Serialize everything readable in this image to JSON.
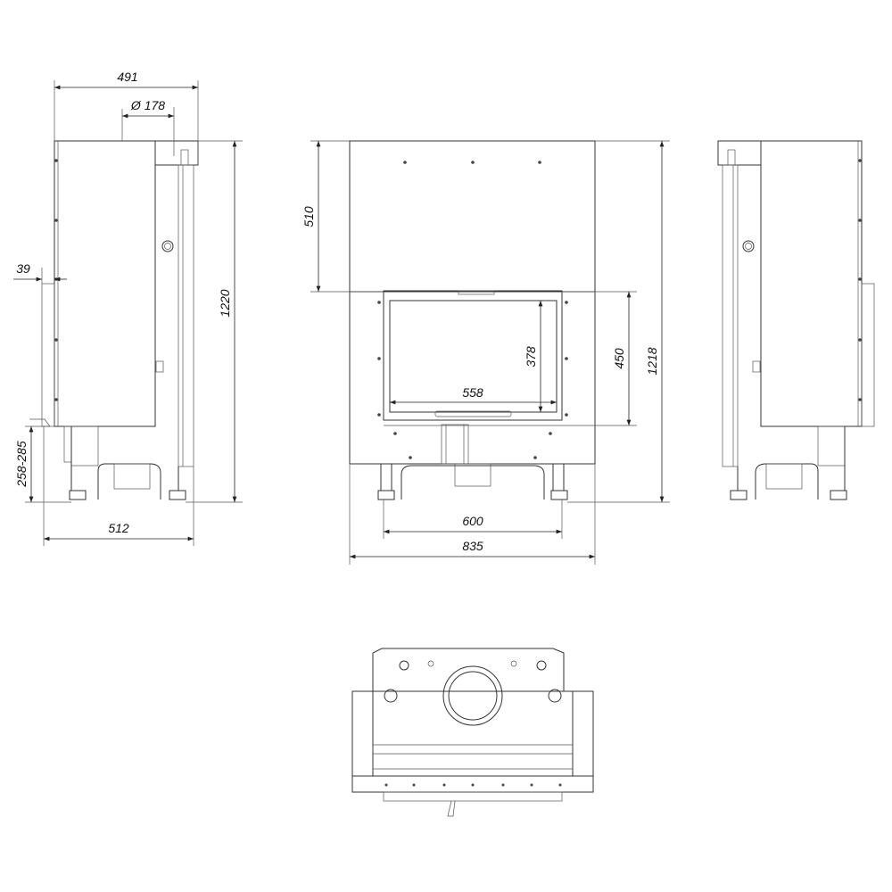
{
  "side_view_left": {
    "dims": {
      "depth": "491",
      "flue_diameter": "Ø 178",
      "height": "1220",
      "offset": "39",
      "leg_height": "258-285",
      "base_depth": "512"
    }
  },
  "front_view": {
    "dims": {
      "upper_height": "510",
      "opening_height": "450",
      "total_height": "1218",
      "glass_height": "378",
      "glass_width": "558",
      "leg_span": "600",
      "total_width": "835"
    }
  },
  "colors": {
    "line": "#333333",
    "background": "#ffffff"
  }
}
